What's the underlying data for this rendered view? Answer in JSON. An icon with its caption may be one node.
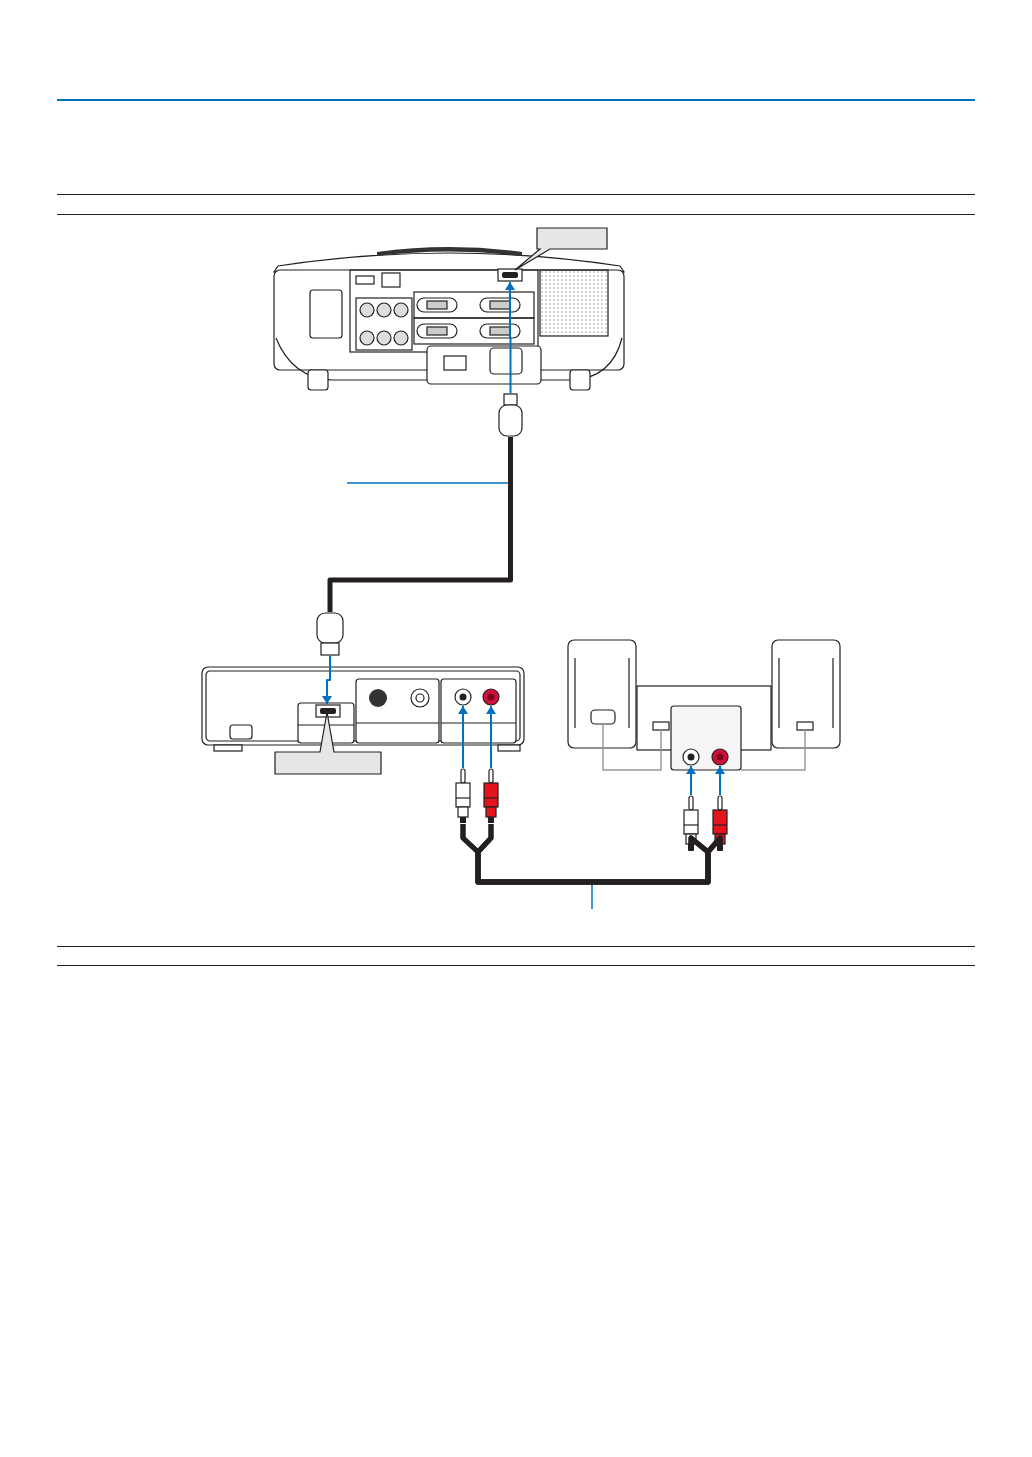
{
  "diagram": {
    "nodes": [
      {
        "text": [],
        "shape": "picture"
      },
      {
        "text": [],
        "shape": "box",
        "in": 0
      },
      {
        "text": [],
        "shape": "plug"
      },
      {
        "text": [],
        "shape": "plug"
      },
      {
        "text": [],
        "shape": "picture"
      },
      {
        "text": [],
        "shape": "box",
        "in": 4
      },
      {
        "text": [],
        "shape": "circle",
        "in": 4
      },
      {
        "text": [],
        "shape": "circle",
        "in": 4
      },
      {
        "text": [],
        "shape": "picture"
      },
      {
        "text": [],
        "shape": "circle",
        "in": 8
      },
      {
        "text": [],
        "shape": "circle",
        "in": 8
      },
      {
        "text": [],
        "shape": "plug"
      },
      {
        "text": [],
        "shape": "plug"
      },
      {
        "text": [],
        "shape": "plug"
      },
      {
        "text": [],
        "shape": "plug"
      },
      {
        "text": [],
        "shape": "box"
      },
      {
        "text": [],
        "shape": "box"
      }
    ],
    "edges": [
      {
        "from": 2,
        "to": 1,
        "arrow": "to"
      },
      {
        "from": 3,
        "to": 5,
        "arrow": "to"
      },
      {
        "from": 11,
        "to": 6,
        "arrow": "to"
      },
      {
        "from": 12,
        "to": 7,
        "arrow": "to"
      },
      {
        "from": 13,
        "to": 9,
        "arrow": "to"
      },
      {
        "from": 14,
        "to": 10,
        "arrow": "to"
      },
      {
        "from": 2,
        "to": 3,
        "arrow": "none",
        "style": "thick",
        "color": "#231f20"
      },
      {
        "from": 11,
        "to": 13,
        "arrow": "none",
        "style": "thick",
        "color": "#231f20"
      },
      {
        "from": 11,
        "to": 14,
        "arrow": "none",
        "style": "thick",
        "color": "#231f20"
      },
      {
        "from": 12,
        "to": 13,
        "arrow": "none",
        "style": "thick",
        "color": "#231f20"
      },
      {
        "from": 12,
        "to": 14,
        "arrow": "none",
        "style": "thick",
        "color": "#231f20"
      }
    ]
  }
}
